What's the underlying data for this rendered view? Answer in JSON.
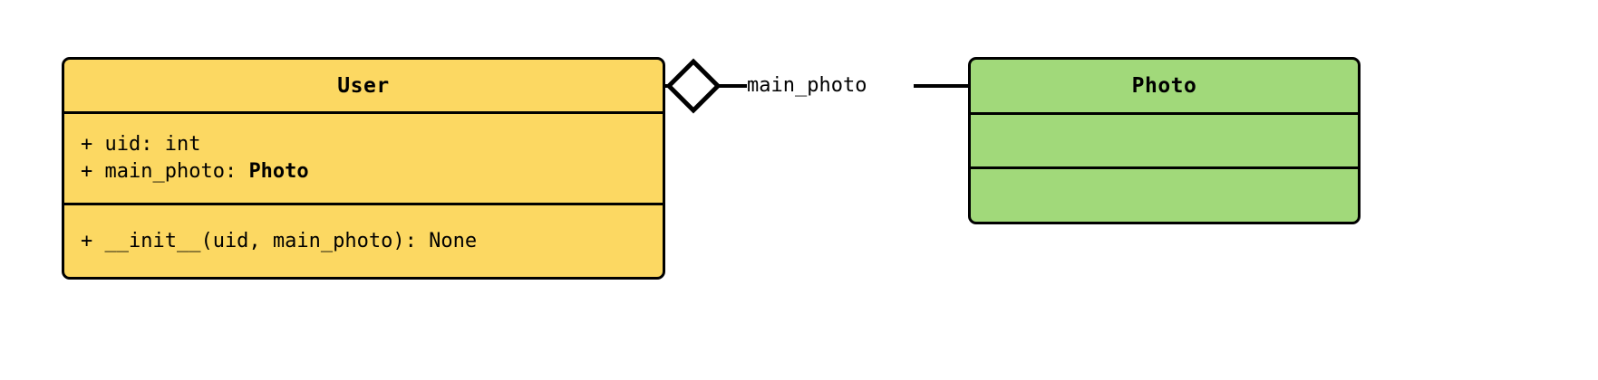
{
  "diagram": {
    "kind": "uml-class-diagram",
    "background_color": "#ffffff",
    "line_color": "#000000",
    "classes": [
      {
        "id": "user",
        "name": "User",
        "fill_color": "#fcd862",
        "attributes": [
          {
            "visibility": "+",
            "text": "+ uid: int",
            "type_bold": ""
          },
          {
            "visibility": "+",
            "text": "+ main_photo: ",
            "type_bold": "Photo"
          }
        ],
        "methods": [
          {
            "visibility": "+",
            "text": "+ __init__(uid, main_photo): None",
            "type_bold": ""
          }
        ]
      },
      {
        "id": "photo",
        "name": "Photo",
        "fill_color": "#a1d97a",
        "attributes": [],
        "methods": []
      }
    ],
    "relationship": {
      "type": "aggregation",
      "label": "main_photo",
      "source": "User",
      "target": "Photo",
      "diamond_fill": "#ffffff",
      "diamond_stroke": "#000000"
    }
  }
}
